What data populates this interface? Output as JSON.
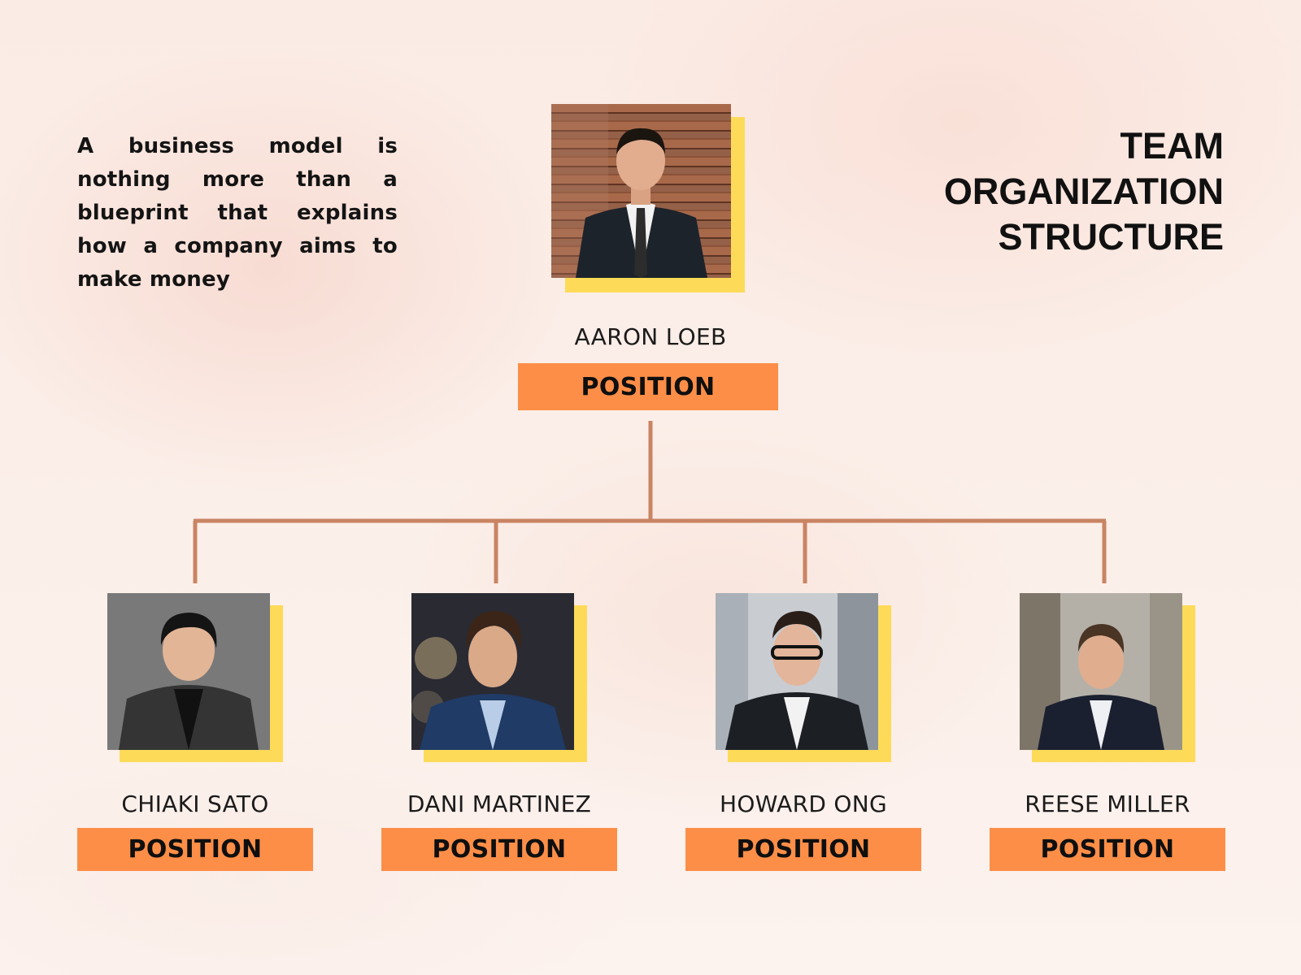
{
  "quote": "A business model is nothing more than a blueprint that explains how a company aims to make money",
  "title": {
    "line1": "TEAM",
    "line2": "ORGANIZATION",
    "line3": "STRUCTURE"
  },
  "top": {
    "name": "AARON LOEB",
    "position": "POSITION",
    "photo_icon": "portrait-photo"
  },
  "members": [
    {
      "name": "CHIAKI SATO",
      "position": "POSITION"
    },
    {
      "name": "DANI MARTINEZ",
      "position": "POSITION"
    },
    {
      "name": "HOWARD ONG",
      "position": "POSITION"
    },
    {
      "name": "REESE MILLER",
      "position": "POSITION"
    }
  ],
  "colors": {
    "position_box": "#fd8e48",
    "photo_accent": "#fddb58",
    "connector": "#c98463"
  }
}
